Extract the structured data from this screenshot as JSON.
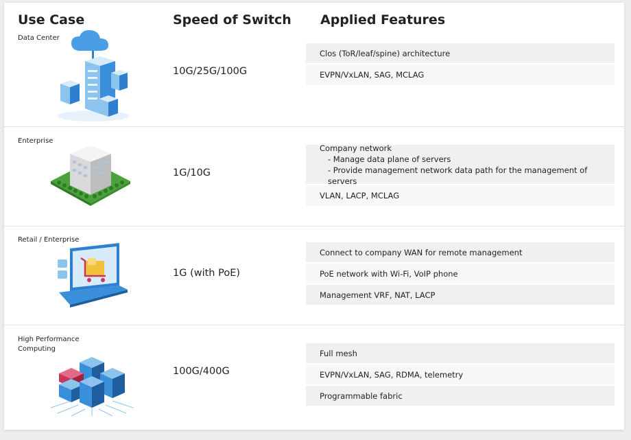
{
  "headers": {
    "use_case": "Use Case",
    "speed": "Speed of Switch",
    "features": "Applied Features"
  },
  "rows": [
    {
      "label": "Data Center",
      "speed": "10G/25G/100G",
      "icon": "datacenter-cloud-icon",
      "features": [
        {
          "text": "Clos (ToR/leaf/spine) architecture"
        },
        {
          "text": "EVPN/VxLAN, SAG, MCLAG"
        }
      ]
    },
    {
      "label": "Enterprise",
      "speed": "1G/10G",
      "icon": "office-building-icon",
      "features": [
        {
          "text": "Company network",
          "sub": [
            "- Manage data plane of servers",
            "- Provide management network data path for the management of servers"
          ]
        },
        {
          "text": "VLAN, LACP, MCLAG"
        }
      ]
    },
    {
      "label": "Retail / Enterprise",
      "speed": "1G (with PoE)",
      "icon": "laptop-shopping-cart-icon",
      "features": [
        {
          "text": "Connect to company WAN for remote management"
        },
        {
          "text": "PoE network with Wi-Fi, VoIP phone"
        },
        {
          "text": "Management VRF, NAT, LACP"
        }
      ]
    },
    {
      "label": "High Performance Computing",
      "speed": "100G/400G",
      "icon": "server-cluster-icon",
      "features": [
        {
          "text": "Full mesh"
        },
        {
          "text": "EVPN/VxLAN, SAG, RDMA, telemetry"
        },
        {
          "text": "Programmable fabric"
        }
      ]
    }
  ],
  "colors": {
    "accent_blue": "#2e7fd0",
    "light_blue": "#8cc4ee",
    "green": "#4aa33a",
    "yellow": "#f2c23a",
    "magenta": "#c8365a"
  }
}
